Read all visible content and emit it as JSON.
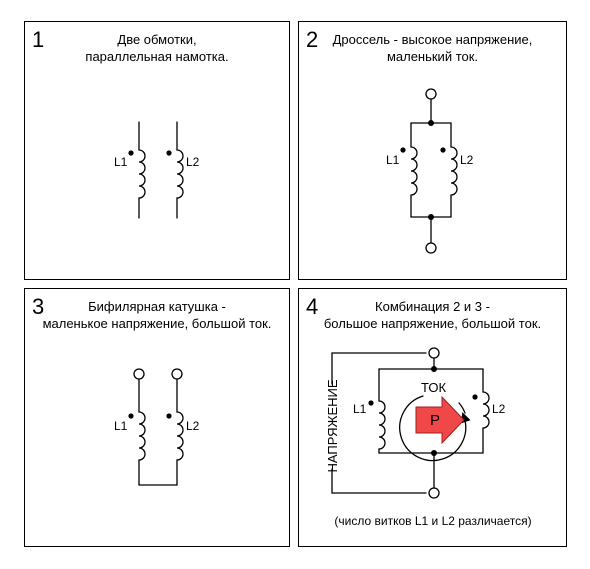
{
  "panels": [
    {
      "number": "1",
      "caption": [
        "Две обмотки,",
        "параллельная намотка."
      ]
    },
    {
      "number": "2",
      "caption": [
        "Дроссель - высокое напряжение,",
        "маленький ток."
      ]
    },
    {
      "number": "3",
      "caption": [
        "Бифилярная катушка -",
        "маленькое напряжение, большой ток."
      ]
    },
    {
      "number": "4",
      "caption": [
        "Комбинация 2 и 3 -",
        "большое напряжение, большой ток."
      ]
    }
  ],
  "labels": {
    "l1": "L1",
    "l2": "L2",
    "current": "ТОК",
    "voltage": "НАПРЯЖЕНИЕ",
    "power": "P",
    "footnote": "(число витков L1 и L2 различается)"
  },
  "colors": {
    "power_arrow": "#f04848",
    "line": "#000000"
  }
}
